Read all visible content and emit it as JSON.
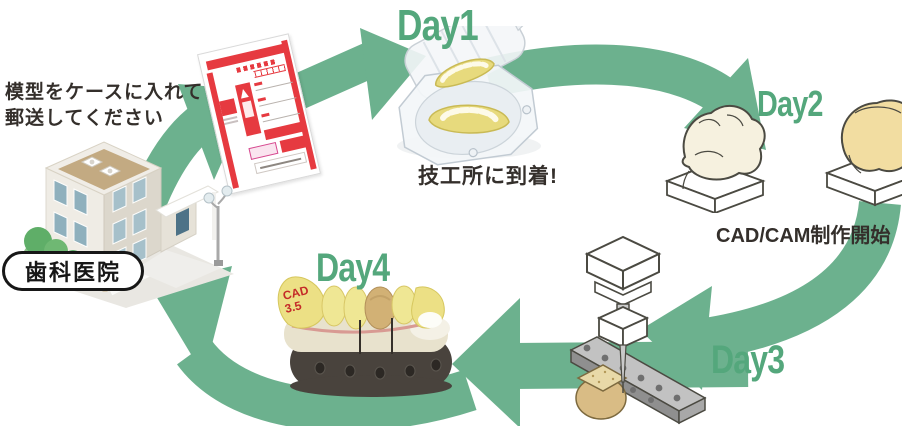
{
  "diagram": {
    "note": {
      "line1": "模型をケースに入れて",
      "line2": "郵送してください"
    },
    "clinic": {
      "label": "歯科医院"
    },
    "steps": {
      "day1": {
        "label": "Day1",
        "caption": "技工所に到着!"
      },
      "day2": {
        "label": "Day2",
        "caption": "CAD/CAM制作開始"
      },
      "day3": {
        "label": "Day3"
      },
      "day4": {
        "label": "Day4"
      }
    },
    "model_markings": {
      "line1": "CAD",
      "line2": "3.5"
    }
  },
  "colors": {
    "arrow-green": "#6cb18e",
    "day-green": "#54a77c",
    "text-dark": "#342f2b",
    "letterpack-red": "#e63a40"
  }
}
